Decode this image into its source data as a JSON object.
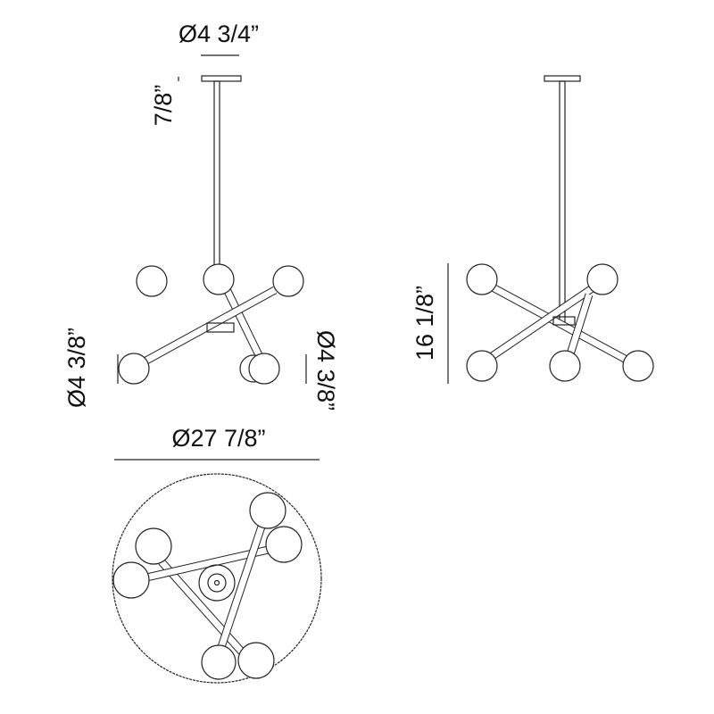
{
  "title": "Chandelier dimension drawing",
  "dimensions": {
    "canopy_diameter": "Ø4 3/4”",
    "canopy_height": "7/8”",
    "globe_diameter_left": "Ø4 3/8”",
    "globe_diameter_right": "Ø4 3/8”",
    "overall_diameter": "Ø27 7/8”",
    "fixture_height": "16 1/8”"
  },
  "colors": {
    "line": "#222222",
    "background": "#ffffff"
  }
}
